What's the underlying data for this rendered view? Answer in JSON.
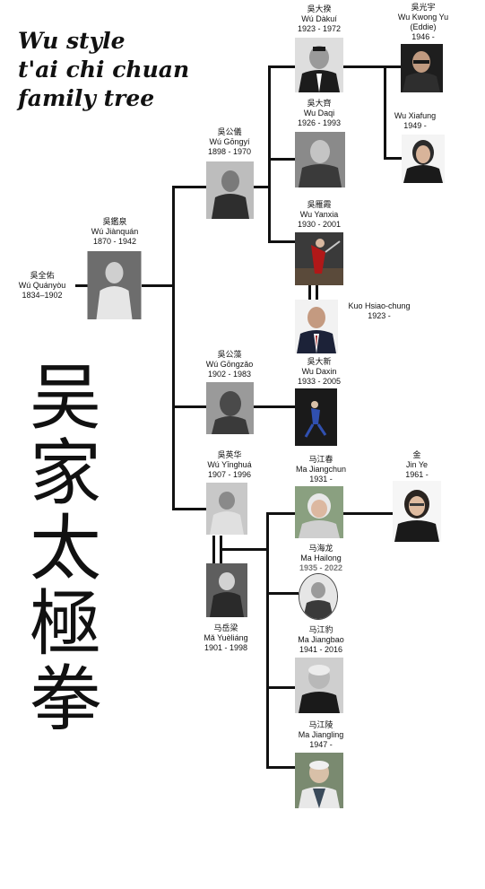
{
  "title": {
    "line1": "Wu style",
    "line2": "t'ai chi chuan",
    "line3": "family tree"
  },
  "big_title": "吴家太極拳",
  "people": {
    "quanyou": {
      "cn": "吳全佑",
      "py": "Wú Quányòu",
      "years": "1834–1902"
    },
    "jianquan": {
      "cn": "吳鑑泉",
      "py": "Wú Jiànquán",
      "years": "1870 - 1942"
    },
    "gongyi": {
      "cn": "吳公儀",
      "py": "Wú Gōngyí",
      "years": "1898 - 1970"
    },
    "gongzao": {
      "cn": "吳公藻",
      "py": "Wú Gōngzǎo",
      "years": "1902 - 1983"
    },
    "yinghua": {
      "cn": "吳英华",
      "py": "Wú Yīnghuá",
      "years": "1907 - 1996"
    },
    "yueliang": {
      "cn": "马岳梁",
      "py": "Mǎ Yuèliáng",
      "years": "1901 - 1998"
    },
    "dakui": {
      "cn": "吳大揆",
      "py": "Wú Dàkuí",
      "years": "1923 - 1972"
    },
    "daqi": {
      "cn": "吳大齊",
      "py": "Wu Daqi",
      "years": "1926 - 1993"
    },
    "yanxia": {
      "cn": "吳雁霞",
      "py": "Wu Yanxia",
      "years": "1930 - 2001"
    },
    "kuo": {
      "py": "Kuo Hsiao-chung",
      "years": "1923 -"
    },
    "daxin": {
      "cn": "吳大新",
      "py": "Wu Daxin",
      "years": "1933 - 2005"
    },
    "kwongyu": {
      "cn": "吳光宇",
      "py": "Wu Kwong Yu",
      "alias": "(Eddie)",
      "years": "1946 -"
    },
    "xiafung": {
      "py": "Wu Xiafung",
      "years": "1949 -"
    },
    "jiangchun": {
      "cn": "马江春",
      "py": "Ma Jiangchun",
      "years": "1931 -"
    },
    "jinye": {
      "cn": "金",
      "py": "Jin Ye",
      "years": "1961 -"
    },
    "hailong": {
      "cn": "马海龙",
      "py": "Ma Hailong",
      "years": "1935 - 2022"
    },
    "jiangbao": {
      "cn": "马江豹",
      "py": "Ma Jiangbao",
      "years": "1941 - 2016"
    },
    "jiangling": {
      "cn": "马江陵",
      "py": "Ma Jiangling",
      "years": "1947 -"
    }
  },
  "colors": {
    "line": "#111111",
    "background": "#ffffff",
    "photo_bw": "#7a7a7a",
    "photo_dark": "#2a2a2a",
    "accent_red": "#b01818"
  }
}
